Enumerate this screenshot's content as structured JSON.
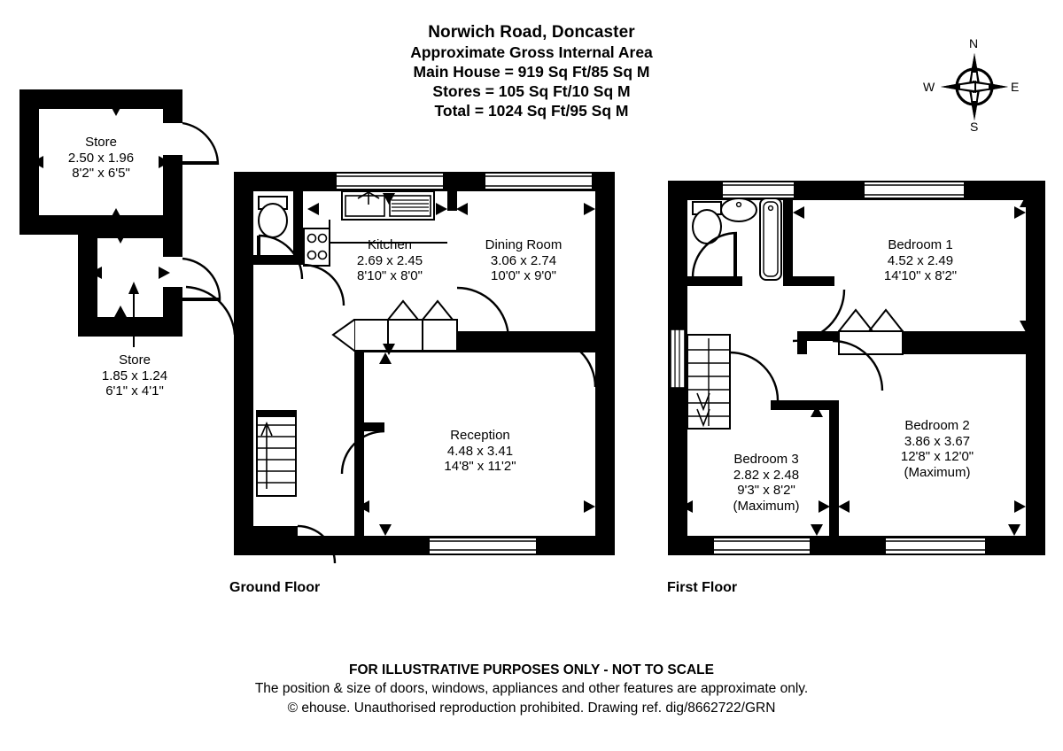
{
  "header": {
    "title": "Norwich Road, Doncaster",
    "line2": "Approximate Gross Internal Area",
    "line3": "Main House = 919 Sq Ft/85 Sq M",
    "line4": "Stores = 105 Sq Ft/10 Sq M",
    "line5": "Total = 1024 Sq Ft/95 Sq M"
  },
  "compass": {
    "north": "N",
    "south": "S",
    "east": "E",
    "west": "W"
  },
  "floors": [
    {
      "id": "ground",
      "label": "Ground Floor"
    },
    {
      "id": "first",
      "label": "First Floor"
    }
  ],
  "rooms": [
    {
      "id": "store-1",
      "floor": "ground",
      "name": "Store",
      "metric": "2.50 x 1.96",
      "imperial": "8'2\" x 6'5\"",
      "note": ""
    },
    {
      "id": "store-2",
      "floor": "ground",
      "name": "Store",
      "metric": "1.85 x 1.24",
      "imperial": "6'1\" x 4'1\"",
      "note": ""
    },
    {
      "id": "kitchen",
      "floor": "ground",
      "name": "Kitchen",
      "metric": "2.69 x 2.45",
      "imperial": "8'10\" x 8'0\"",
      "note": ""
    },
    {
      "id": "dining-room",
      "floor": "ground",
      "name": "Dining Room",
      "metric": "3.06 x 2.74",
      "imperial": "10'0\" x 9'0\"",
      "note": ""
    },
    {
      "id": "reception",
      "floor": "ground",
      "name": "Reception",
      "metric": "4.48 x 3.41",
      "imperial": "14'8\" x 11'2\"",
      "note": ""
    },
    {
      "id": "bedroom-1",
      "floor": "first",
      "name": "Bedroom 1",
      "metric": "4.52 x 2.49",
      "imperial": "14'10\" x 8'2\"",
      "note": ""
    },
    {
      "id": "bedroom-2",
      "floor": "first",
      "name": "Bedroom 2",
      "metric": "3.86 x 3.67",
      "imperial": "12'8\" x 12'0\"",
      "note": "(Maximum)"
    },
    {
      "id": "bedroom-3",
      "floor": "first",
      "name": "Bedroom 3",
      "metric": "2.82 x 2.48",
      "imperial": "9'3\" x 8'2\"",
      "note": "(Maximum)"
    }
  ],
  "footer": {
    "line1": "FOR ILLUSTRATIVE PURPOSES ONLY - NOT TO SCALE",
    "line2": "The position & size of doors, windows, appliances and other features are approximate only.",
    "line3": "© ehouse. Unauthorised reproduction prohibited. Drawing ref. dig/8662722/GRN"
  },
  "colors": {
    "wall": "#000000",
    "background": "#ffffff",
    "fixture_stroke": "#000000",
    "window_fill": "#ffffff"
  }
}
